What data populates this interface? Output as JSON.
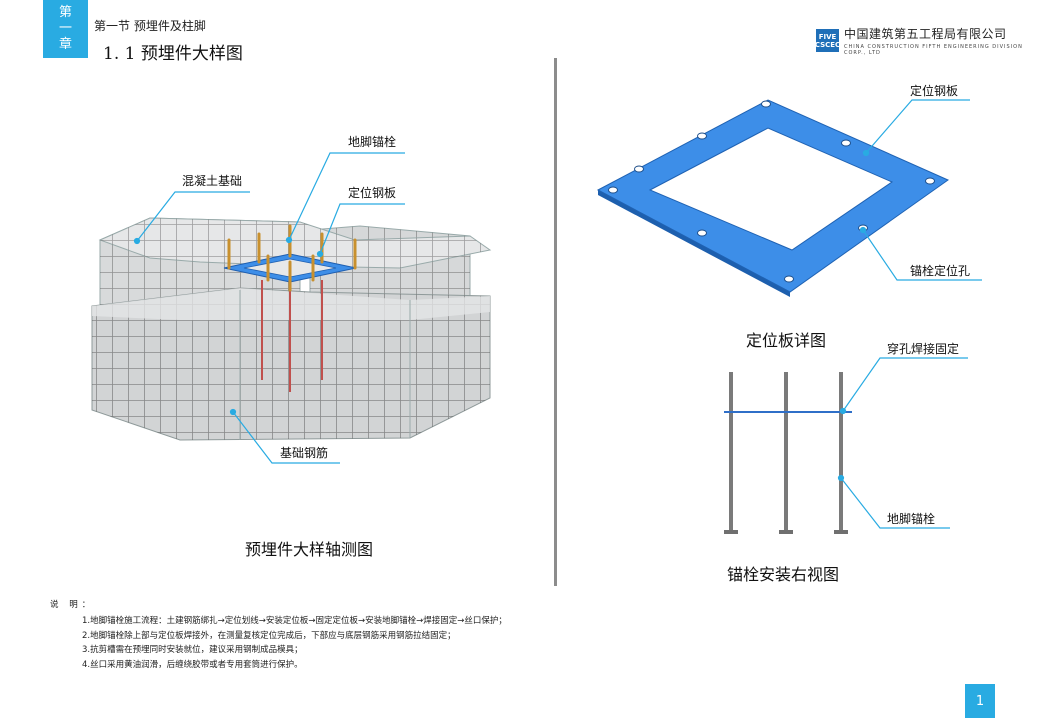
{
  "header": {
    "chapter_tab": [
      "第",
      "一",
      "章"
    ],
    "section": "第一节  预埋件及柱脚",
    "title": "1. 1  预埋件大样图",
    "company_cn": "中国建筑第五工程局有限公司",
    "company_en": "CHINA CONSTRUCTION FIFTH ENGINEERING DIVISION CORP., LTD",
    "logo_mark": [
      "FIVE",
      "CSCEC"
    ]
  },
  "iso_drawing": {
    "callouts": {
      "anchor_bolt": "地脚锚栓",
      "concrete_foundation": "混凝土基础",
      "positioning_plate": "定位钢板",
      "foundation_rebar": "基础钢筋"
    },
    "caption": "预埋件大样轴测图"
  },
  "plate_detail": {
    "callouts": {
      "positioning_plate": "定位钢板",
      "bolt_holes": "锚栓定位孔"
    },
    "caption": "定位板详图"
  },
  "side_view": {
    "callouts": {
      "weld": "穿孔焊接固定",
      "anchor_bolt": "地脚锚栓"
    },
    "caption": "锚栓安装右视图"
  },
  "notes": {
    "title": "说  明：",
    "items": [
      "1.地脚锚栓施工流程：土建钢筋绑扎→定位划线→安装定位板→固定定位板→安装地脚锚栓→焊接固定→丝口保护；",
      "2.地脚锚栓除上部与定位板焊接外，在测量复核定位完成后，下部应与底层钢筋采用钢筋拉结固定；",
      "3.抗剪槽需在预埋同时安装就位，建议采用钢制成品模具；",
      "4.丝口采用黄油润滑，后缠绕胶带或者专用套筒进行保护。"
    ]
  },
  "page": {
    "number": "1"
  },
  "colors": {
    "accent": "#29abe2",
    "plate_blue": "#3d8ee8",
    "bolt_gold": "#d9a23a",
    "leader": "#29abe2"
  }
}
